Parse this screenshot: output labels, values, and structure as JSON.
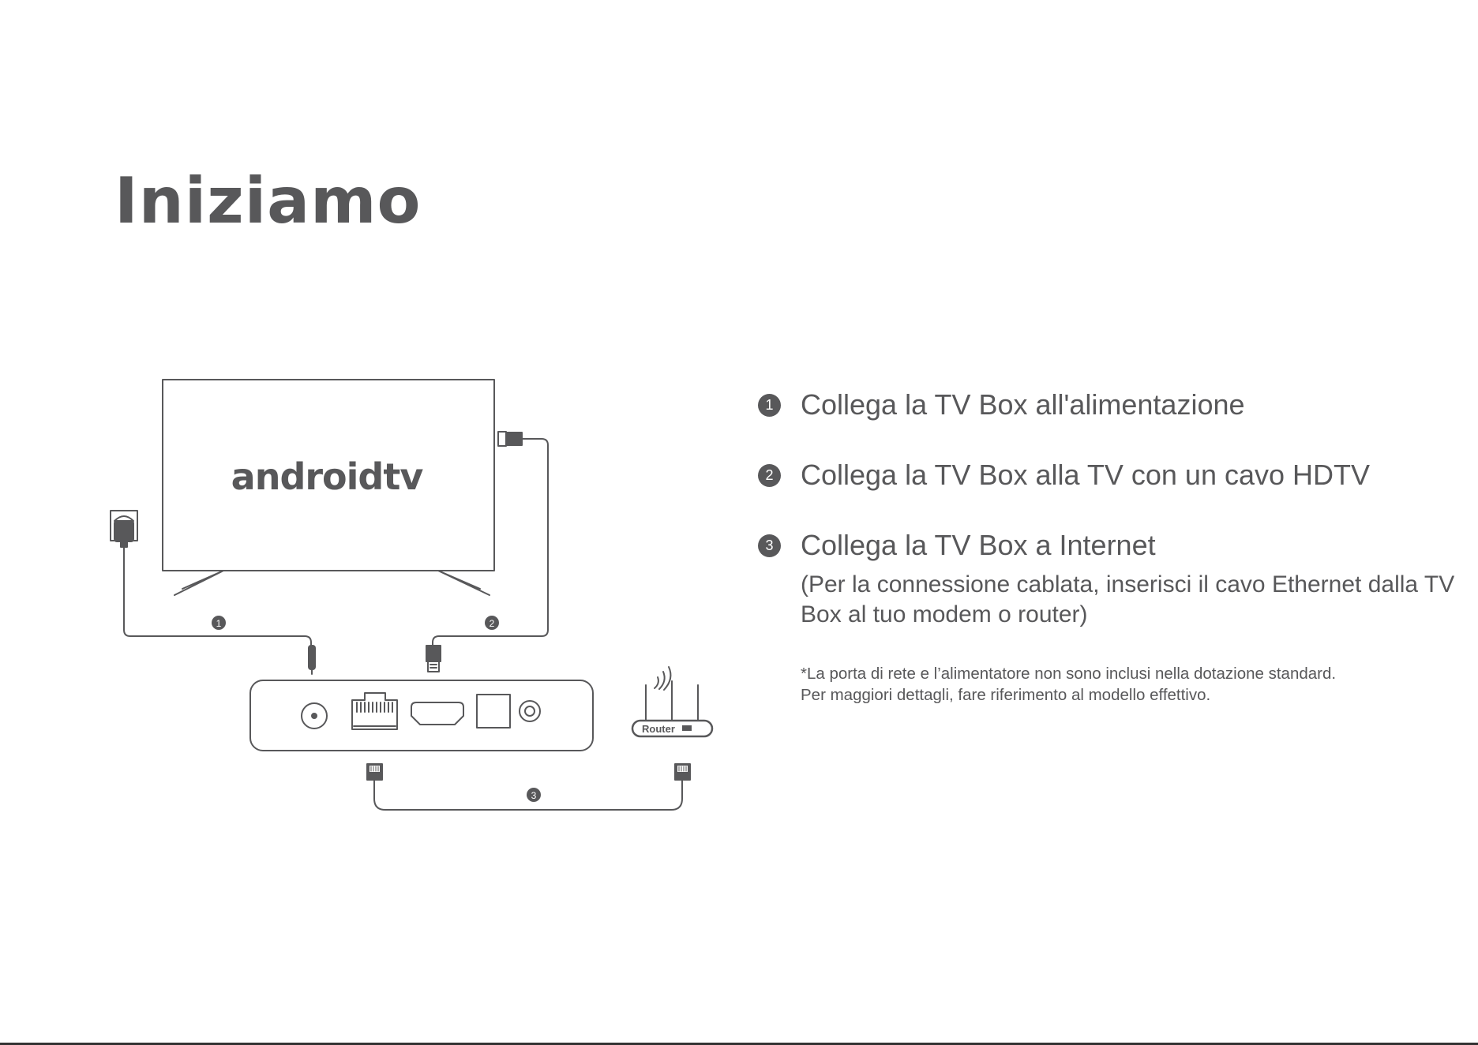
{
  "title": "Iniziamo",
  "diagram": {
    "tv_logo": "androidtv",
    "router_label": "Router",
    "callouts": [
      "1",
      "2",
      "3"
    ],
    "icons": [
      "power-adapter-icon",
      "hdmi-plug-icon",
      "ethernet-plug-icon",
      "router-icon",
      "tv-box-icon"
    ]
  },
  "steps": [
    {
      "number": "1",
      "text": "Collega la TV Box all'alimentazione"
    },
    {
      "number": "2",
      "text": "Collega la TV Box alla TV con un cavo HDTV"
    },
    {
      "number": "3",
      "text": "Collega la TV Box a Internet",
      "note": "(Per la connessione cablata, inserisci il cavo Ethernet dalla TV Box al tuo modem o router)"
    }
  ],
  "disclaimer": [
    "*La porta di rete e l’alimentatore non sono inclusi nella dotazione standard.",
    "Per maggiori dettagli, fare riferimento al modello effettivo."
  ],
  "colors": {
    "ink": "#58585a",
    "background": "#ffffff"
  }
}
